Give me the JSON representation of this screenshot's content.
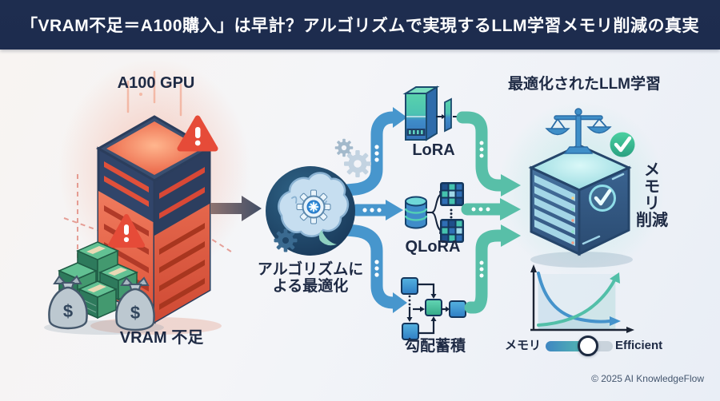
{
  "header": {
    "title": "「VRAM不足＝A100購入」は早計？アルゴリズムで実現するLLM学習メモリ削減の真実"
  },
  "problem": {
    "gpu_label": "A100 GPU",
    "vram_label": "VRAM 不足"
  },
  "optimization": {
    "label_line1": "アルゴリズムに",
    "label_line2": "よる最適化"
  },
  "methods": [
    {
      "label": "LoRA"
    },
    {
      "label": "QLoRA"
    },
    {
      "label": "勾配蓄積"
    }
  ],
  "result": {
    "title": "最適化されたLLM学習",
    "benefit_line1": "メ",
    "benefit_line2": "モ",
    "benefit_line3": "リ",
    "benefit_line4": "削減"
  },
  "mini_chart": {
    "type": "line",
    "axes_labeled": false,
    "curves": [
      {
        "color": "#4593cb",
        "trend": "decreasing"
      },
      {
        "color": "#52bfa8",
        "trend": "increasing"
      }
    ],
    "slider": {
      "left_label": "メモリ",
      "right_label": "Efficient",
      "position_pct": 72
    }
  },
  "footer": {
    "copyright": "© 2025 AI KnowledgeFlow"
  },
  "glyphs": {
    "dollar": "$"
  },
  "colors": {
    "header_bg": "#1d2c4e",
    "accent_blue": "#4796cd",
    "accent_teal": "#58bfa8",
    "alert_red": "#e64b38",
    "navy_text": "#1e2a44"
  }
}
